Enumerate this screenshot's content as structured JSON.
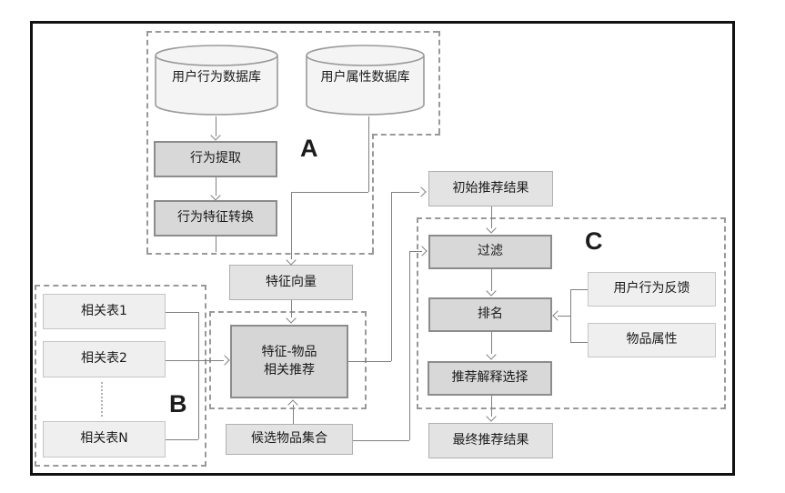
{
  "diagram": {
    "group_labels": {
      "a": "A",
      "b": "B",
      "c": "C"
    },
    "nodes": {
      "user_behavior_db": "用户行为数据库",
      "user_attribute_db": "用户属性数据库",
      "behavior_extraction": "行为提取",
      "behavior_feature_conversion": "行为特征转换",
      "feature_vector": "特征向量",
      "feature_item_rec": {
        "line1": "特征-物品",
        "line2": "相关推荐"
      },
      "related_table_1": "相关表1",
      "related_table_2": "相关表2",
      "related_table_n": "相关表N",
      "candidate_item_set": "候选物品集合",
      "initial_rec_result": "初始推荐结果",
      "filter": "过滤",
      "ranking": "排名",
      "rec_explanation_selection": "推荐解释选择",
      "final_rec_result": "最终推荐结果",
      "user_behavior_feedback": "用户行为反馈",
      "item_attribute": "物品属性"
    },
    "colors": {
      "frame": "#111111",
      "dashed_group_border": "#999999",
      "connector": "#808080",
      "node_fill_medium": "#d8d8d8",
      "node_fill_light": "#e3e3e3",
      "node_fill_lighter": "#efefef",
      "cylinder_fill": "#f4f4f4",
      "node_border_dark": "#8c8c8c",
      "node_border_light": "#b0b0b0",
      "text": "#1a1a1a"
    }
  }
}
